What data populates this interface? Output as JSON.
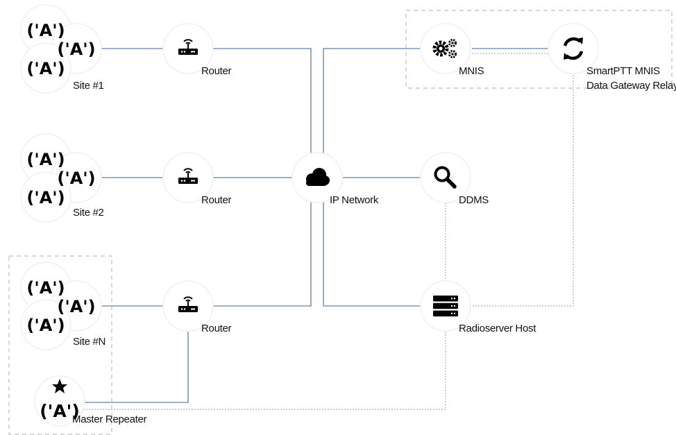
{
  "nodes": {
    "site1": {
      "label": "Site #1",
      "icon": "radio-site-icon"
    },
    "site2": {
      "label": "Site #2",
      "icon": "radio-site-icon"
    },
    "siteN": {
      "label": "Site #N",
      "icon": "radio-site-icon"
    },
    "router1": {
      "label": "Router",
      "icon": "router-icon"
    },
    "router2": {
      "label": "Router",
      "icon": "router-icon"
    },
    "router3": {
      "label": "Router",
      "icon": "router-icon"
    },
    "ip_network": {
      "label": "IP Network",
      "icon": "cloud-icon"
    },
    "mnis": {
      "label": "MNIS",
      "icon": "gears-icon"
    },
    "gateway_relay": {
      "label_line1": "SmartPTT MNIS",
      "label_line2": "Data Gateway Relay",
      "icon": "sync-icon"
    },
    "ddms": {
      "label": "DDMS",
      "icon": "search-icon"
    },
    "radioserver": {
      "label": "Radioserver Host",
      "icon": "server-icon"
    },
    "master_repeater": {
      "label": "Master Repeater",
      "icon": "star-antenna-icon"
    }
  },
  "antenna_glyph": "('A')",
  "colors": {
    "link": "#7d97b3",
    "dotted_link": "#bdbdbd",
    "group_border": "#c8c8c8",
    "node_fill": "#ffffff",
    "icon": "#000000"
  }
}
